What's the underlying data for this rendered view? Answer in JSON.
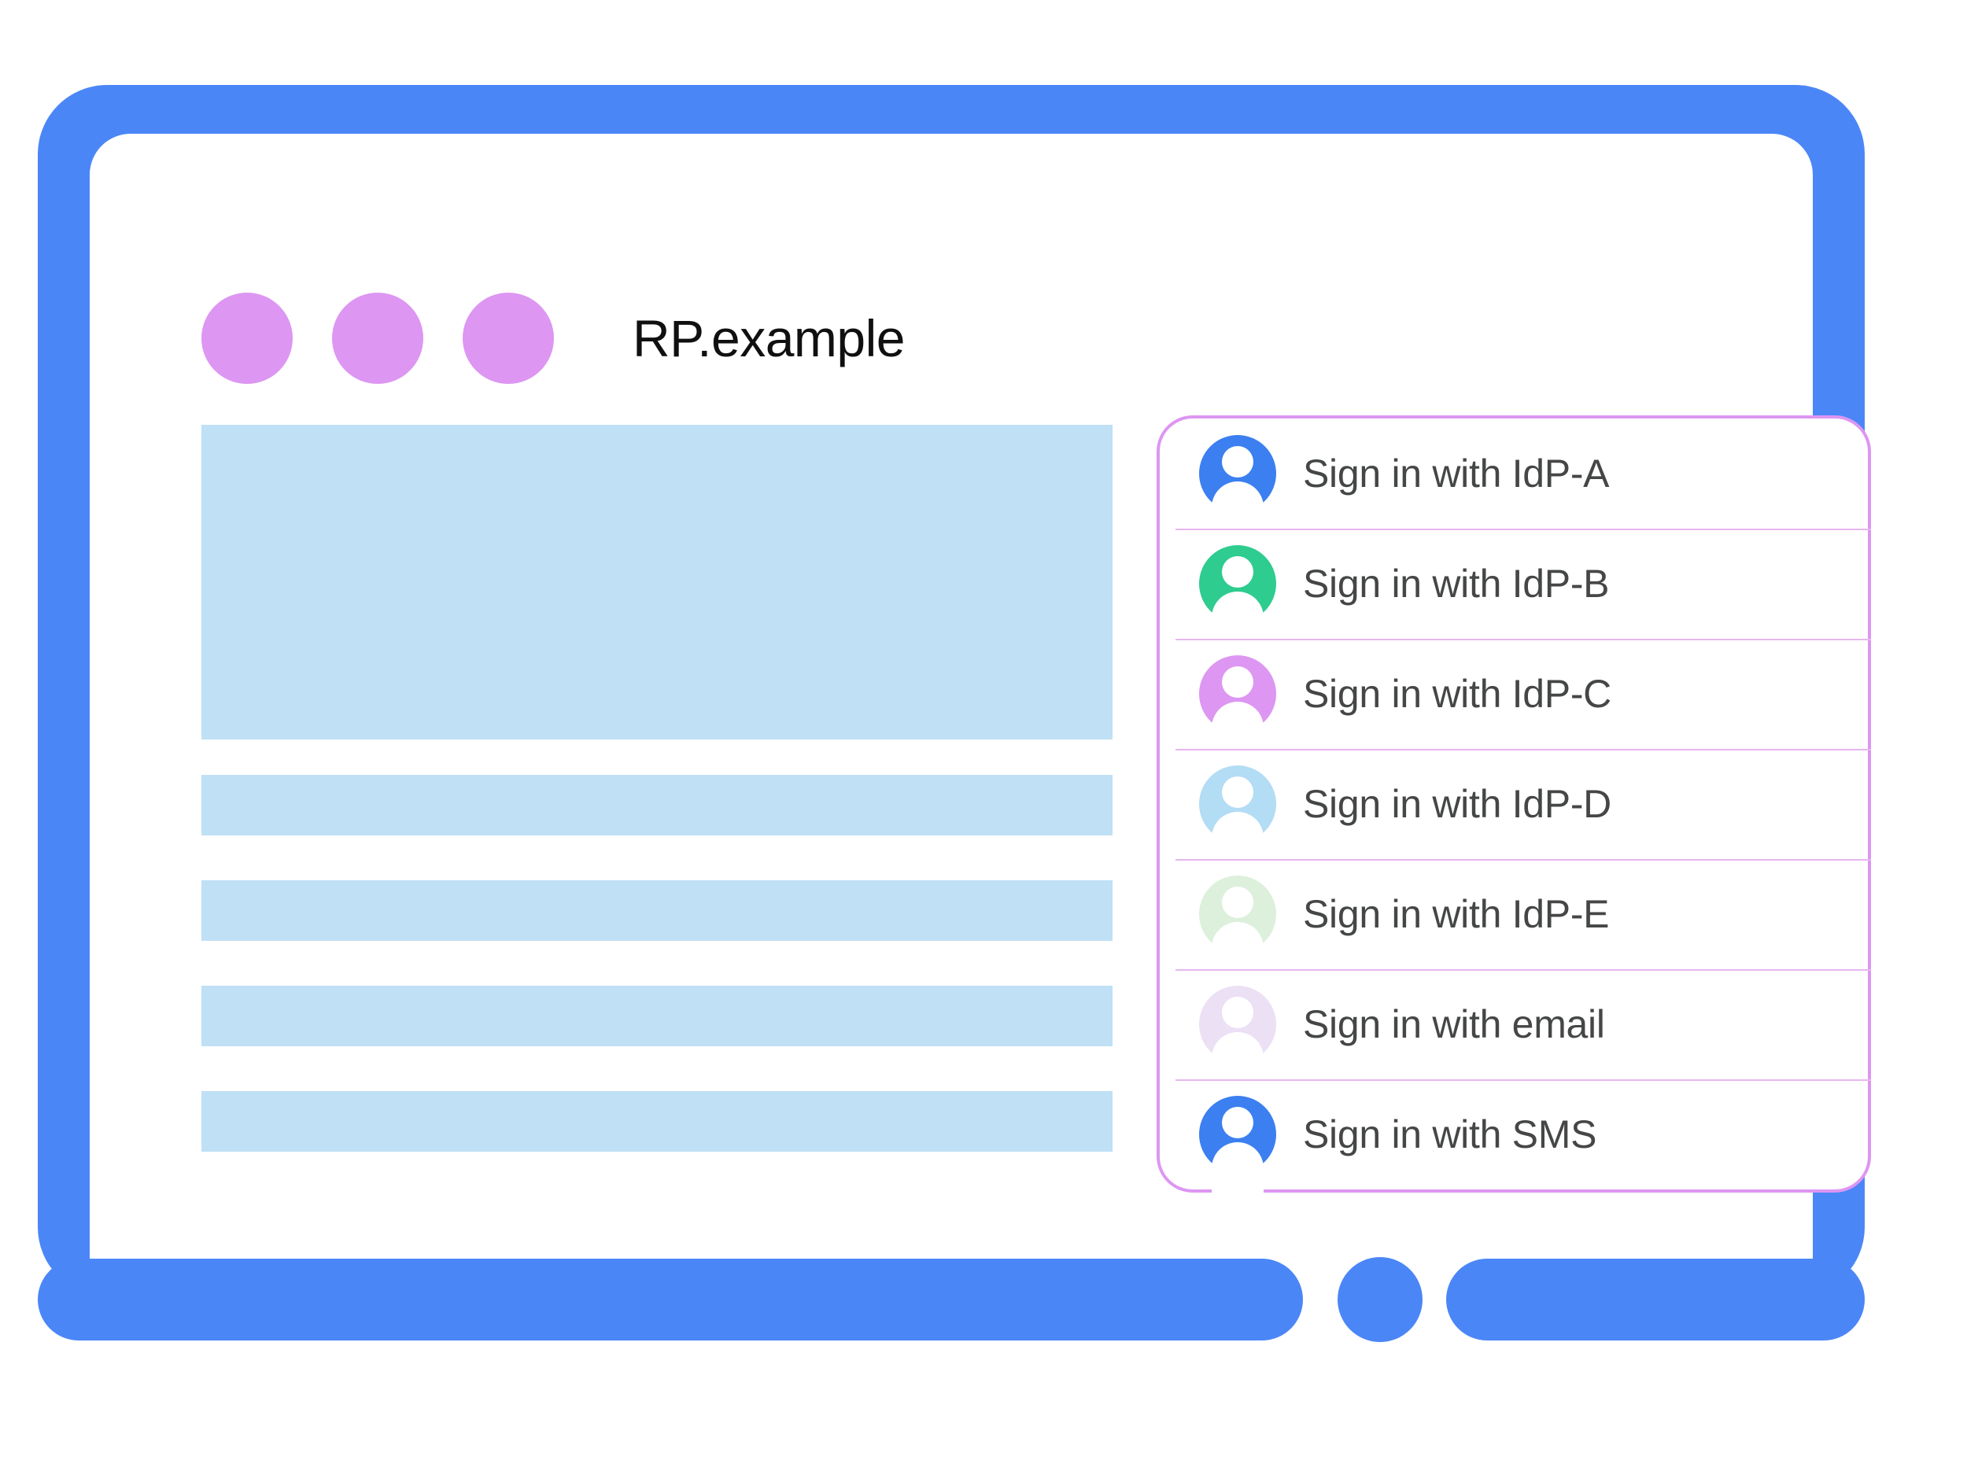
{
  "theme": {
    "frame_color": "#4b86f7",
    "header_dot_color": "#dd96f2",
    "placeholder_color": "#bfe0f5",
    "dialog_border_color": "#dd96f2",
    "divider_color": "#e7b6f0",
    "label_color": "#444746",
    "title_color": "#101010"
  },
  "header": {
    "title": "RP.example",
    "dots": [
      "dot-1",
      "dot-2",
      "dot-3"
    ]
  },
  "content": {
    "blocks": [
      {
        "name": "hero-placeholder"
      },
      {
        "name": "text-placeholder-1"
      },
      {
        "name": "text-placeholder-2"
      },
      {
        "name": "text-placeholder-3"
      },
      {
        "name": "text-placeholder-4"
      }
    ]
  },
  "signin_dialog": {
    "options": [
      {
        "label": "Sign in with IdP-A",
        "avatar_color": "#3b7ff0",
        "icon": "person-avatar-icon"
      },
      {
        "label": "Sign in with IdP-B",
        "avatar_color": "#2ecc8f",
        "icon": "person-avatar-icon"
      },
      {
        "label": "Sign in with IdP-C",
        "avatar_color": "#dd96f2",
        "icon": "person-avatar-icon"
      },
      {
        "label": "Sign in with IdP-D",
        "avatar_color": "#b3dcf5",
        "icon": "person-avatar-icon"
      },
      {
        "label": "Sign in with IdP-E",
        "avatar_color": "#dcf0dc",
        "icon": "person-avatar-icon"
      },
      {
        "label": "Sign in with email",
        "avatar_color": "#ece0f5",
        "icon": "person-avatar-icon"
      },
      {
        "label": "Sign in with SMS",
        "avatar_color": "#3b7ff0",
        "icon": "person-avatar-icon"
      }
    ]
  },
  "device": {
    "home_button": "home-button"
  }
}
